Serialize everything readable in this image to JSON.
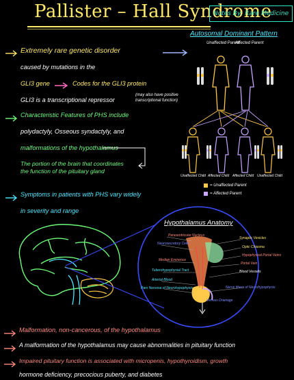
{
  "header": {
    "title": "Pallister – Hall Syndrome",
    "notes_badge": "Notes By: Rare Medicine"
  },
  "inheritance": {
    "heading": "Autosomal Dominant Pattern",
    "unaffected_parent": "Unaffected Parent",
    "affected_parent": "Affected Parent",
    "unaffected_child": "Unaffected Child",
    "affected_child": "Affected Child",
    "legend_unaffected": "= Unaffected Parent",
    "legend_affected": "= Affected Parent",
    "colors": {
      "unaffected": "#ffc94a",
      "affected": "#c9a6ff"
    }
  },
  "left_notes": {
    "p1_l1": "Extremely rare genetic disorder",
    "p1_l2": "caused by mutations in the",
    "p1_l3a": "GLI3 gene",
    "p1_l3b": "Codes for the GLI3 protein",
    "p1_l4": "GLI3 is a transcriptional repressor",
    "p1_l4_note1": "(may also have positive",
    "p1_l4_note2": "transcriptional function)",
    "p2_l1": "Characteristic Features of PHS include",
    "p2_l2": "polydactyly, Osseous syndactyly, and",
    "p2_l3": "malformations of the hypothalamus",
    "p2_l4": "The portion of the brain that coordinates",
    "p2_l5": "the function of the pituitary gland",
    "p3_l1": "Symptoms in patients with PHS vary widely",
    "p3_l2": "in severity and range"
  },
  "hypothalamus": {
    "heading": "Hypothalamus Anatomy",
    "labels": {
      "paraventricular": "Paraventricular Nucleus",
      "neurosecretory": "Neurosecretory Cells",
      "median_eminence": "Median Eminence",
      "tuberohypophysial": "Tuberohypophysial Tract",
      "arterial_blood": "Arterial Blood",
      "pars_nervosa": "Pars Nervosa of Neurohypophysis",
      "synaptic_vesicles": "Synaptic Vesicles",
      "optic_chiasma": "Optic Chiasma",
      "hypophyseal_stalk": "Hypophyseal Portal Veins",
      "portal_vein": "Portal Vein",
      "blood_vessels": "Blood Vessels",
      "nerve_fibers": "Nerve fibers of Neurohypophysis",
      "venous_drainage": "Venous Drainage"
    }
  },
  "bottom_notes": {
    "b1": "Malformation, non-cancerous, of the hypothalamus",
    "b2": "A malformation of the hypothalamus may cause abnormalities in pituitary function",
    "b3": "Impaired pituitary function is associated with micropenis, hypothyroidism, growth",
    "b4": "hormone deficiency, precocious puberty, and diabetes"
  }
}
